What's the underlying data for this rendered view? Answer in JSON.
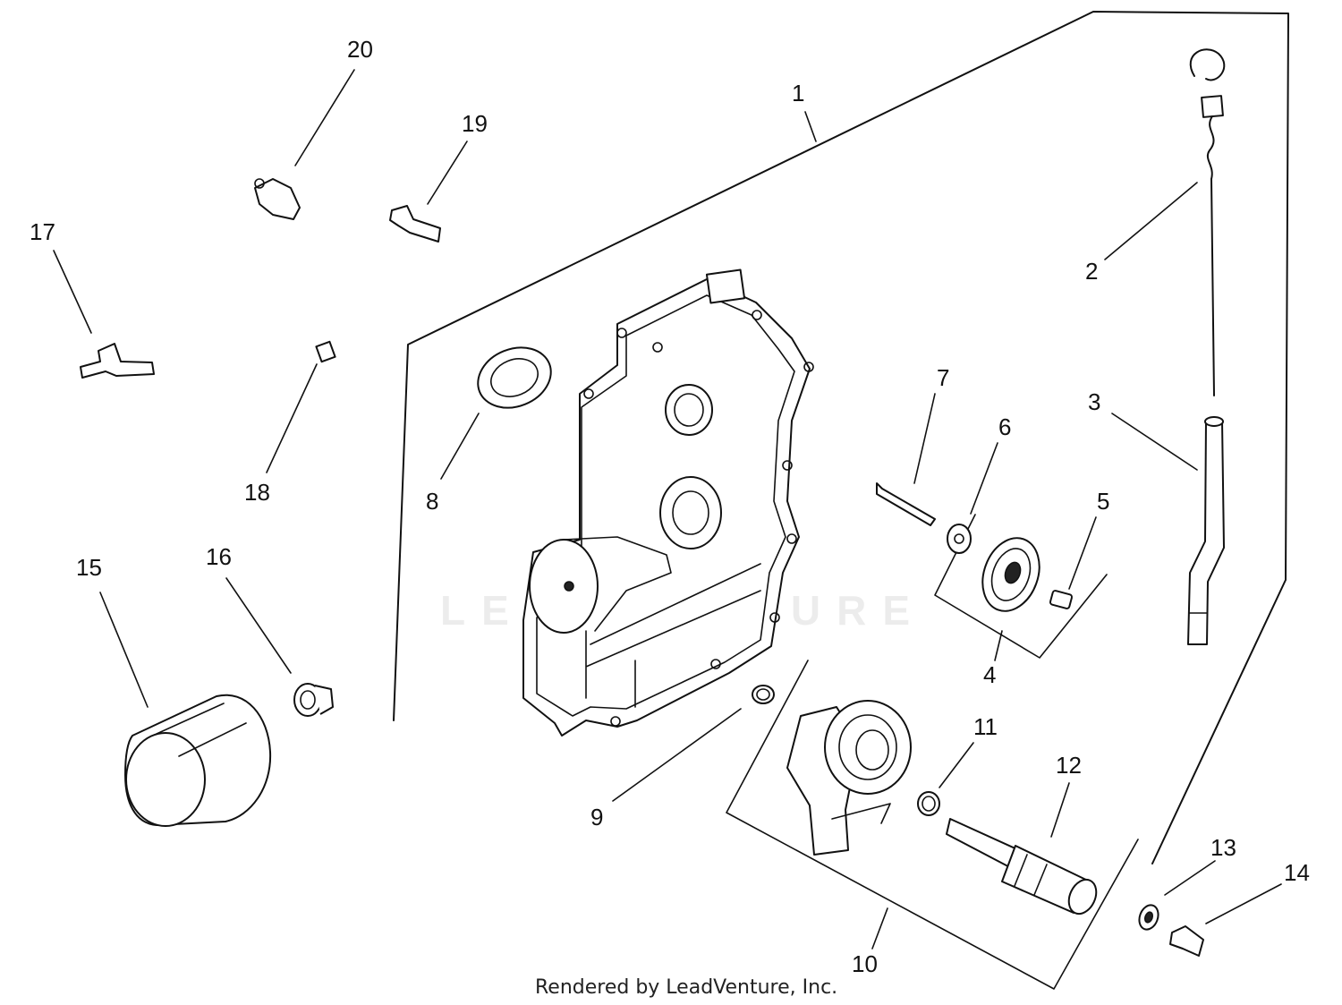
{
  "callouts": {
    "c1": "1",
    "c2": "2",
    "c3": "3",
    "c4": "4",
    "c5": "5",
    "c6": "6",
    "c7": "7",
    "c8": "8",
    "c9": "9",
    "c10": "10",
    "c11": "11",
    "c12": "12",
    "c13": "13",
    "c14": "14",
    "c15": "15",
    "c16": "16",
    "c17": "17",
    "c18": "18",
    "c19": "19",
    "c20": "20"
  },
  "watermark": "LEADVENTURE",
  "credit": "Rendered by LeadVenture, Inc.",
  "colors": {
    "line": "#111111",
    "background": "#ffffff"
  }
}
